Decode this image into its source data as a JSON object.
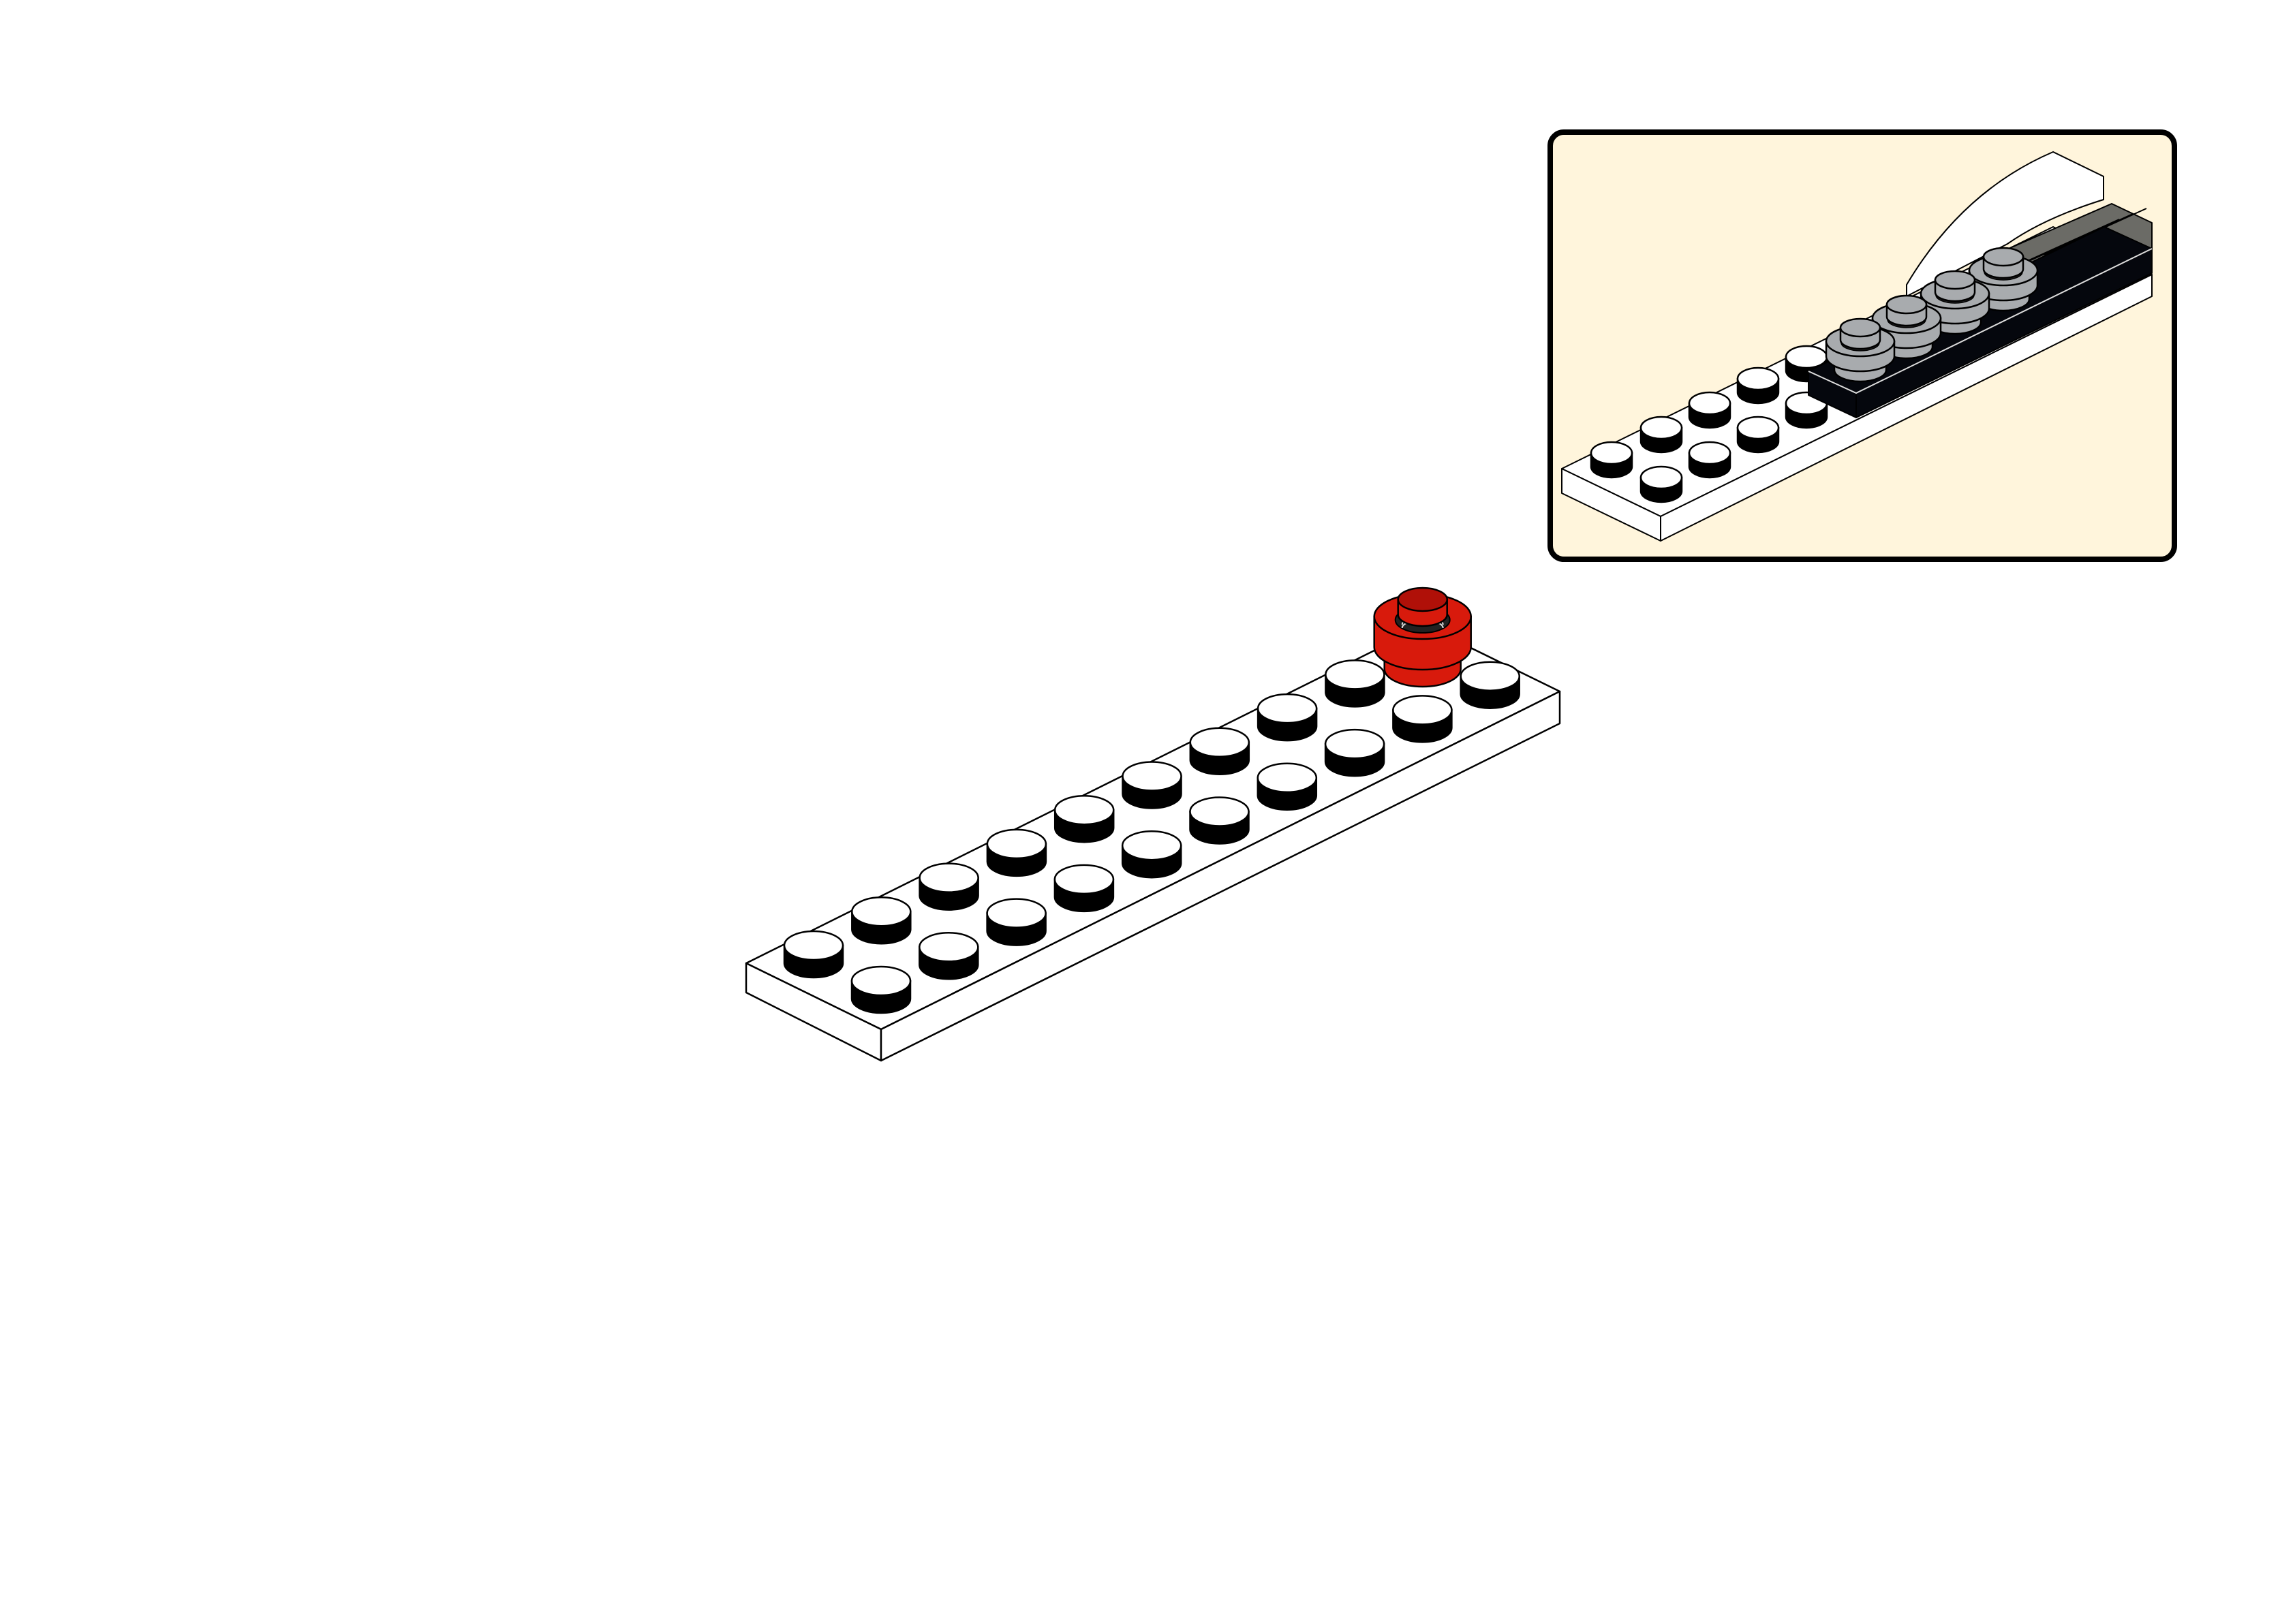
{
  "page": {
    "background": "#ffffff"
  },
  "colors": {
    "plate": "#ffffff",
    "stud_side": "#000000",
    "outline": "#000000",
    "new_part": "#d81a0c",
    "new_part_dark": "#b01008",
    "inset_background": "#fff5dc",
    "inset_border": "#000000",
    "black_brick": "#05070d",
    "light_gray": "#a8abae",
    "dark_gray": "#6b6b66"
  },
  "main_model": {
    "plate_studs": [
      2,
      10
    ],
    "new_part": "round-plate-1x1-red"
  },
  "inset": {
    "shows": "previous-assembly-callout"
  }
}
